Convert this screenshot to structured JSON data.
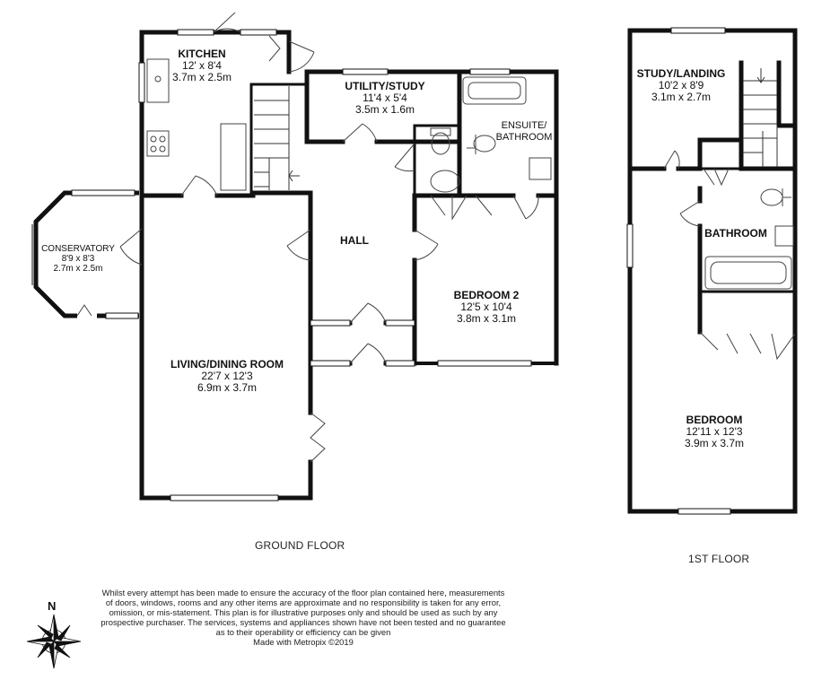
{
  "rooms": {
    "kitchen": {
      "name": "KITCHEN",
      "imperial": "12' x 8'4",
      "metric": "3.7m x 2.5m"
    },
    "utility": {
      "name": "UTILITY/STUDY",
      "imperial": "11'4 x 5'4",
      "metric": "3.5m x 1.6m"
    },
    "ensuite": {
      "name": "ENSUITE/",
      "name2": "BATHROOM"
    },
    "conservatory": {
      "name": "CONSERVATORY",
      "imperial": "8'9 x 8'3",
      "metric": "2.7m x 2.5m"
    },
    "hall": {
      "name": "HALL"
    },
    "bedroom2": {
      "name": "BEDROOM 2",
      "imperial": "12'5 x 10'4",
      "metric": "3.8m x 3.1m"
    },
    "living": {
      "name": "LIVING/DINING ROOM",
      "imperial": "22'7 x 12'3",
      "metric": "6.9m x 3.7m"
    },
    "study_landing": {
      "name": "STUDY/LANDING",
      "imperial": "10'2 x 8'9",
      "metric": "3.1m x 2.7m"
    },
    "bathroom": {
      "name": "BATHROOM"
    },
    "bedroom": {
      "name": "BEDROOM",
      "imperial": "12'11 x 12'3",
      "metric": "3.9m x 3.7m"
    }
  },
  "floors": {
    "ground": "GROUND FLOOR",
    "first": "1ST FLOOR"
  },
  "disclaimer": {
    "line1": "Whilst every attempt has been made to ensure the accuracy of the floor plan contained here, measurements",
    "line2": "of doors, windows, rooms and any other items are approximate and no responsibility is taken for any error,",
    "line3": "omission, or mis-statement. This plan is for illustrative purposes only and should be used as such by any",
    "line4": "prospective purchaser. The services, systems and appliances shown have not been tested and no guarantee",
    "line5": "as to their operability or efficiency can be given",
    "line6": "Made with Metropix ©2019"
  },
  "compass": {
    "north_label": "N"
  },
  "colors": {
    "wall": "#111111",
    "fixture": "#555555",
    "background": "#ffffff"
  }
}
